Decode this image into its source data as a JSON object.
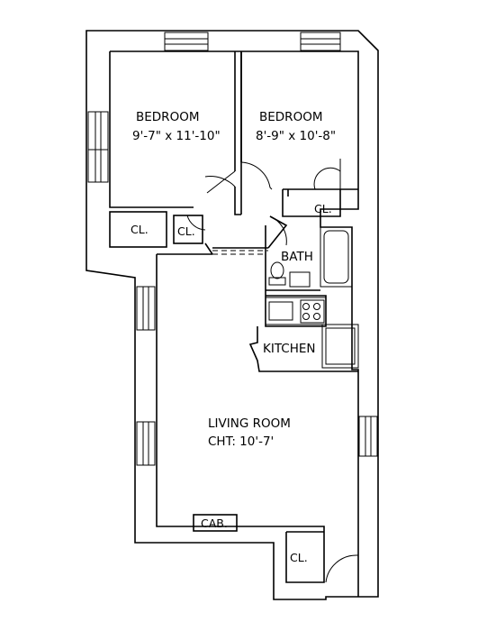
{
  "rooms": {
    "bedroom1": {
      "name": "BEDROOM",
      "size": "9'-7\" x 11'-10\""
    },
    "bedroom2": {
      "name": "BEDROOM",
      "size": "8'-9\" x 10'-8\""
    },
    "closet_bed1": "CL.",
    "closet_hall": "CL.",
    "closet_bed2": "CL.",
    "bath": "BATH",
    "kitchen": "KITCHEN",
    "living": {
      "name": "LIVING ROOM",
      "ceiling": "CHT: 10'-7'"
    },
    "cabinet": "CAB.",
    "closet_entry": "CL."
  }
}
